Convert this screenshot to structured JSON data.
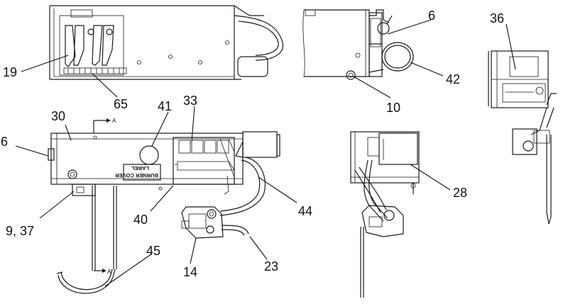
{
  "callouts": {
    "c19": "19",
    "c65": "65",
    "c6a": "6",
    "c42": "42",
    "c10": "10",
    "c36": "36",
    "c30": "30",
    "c41": "41",
    "c33": "33",
    "c6b": "6",
    "c44": "44",
    "c9_37": "9, 37",
    "c40": "40",
    "c28": "28",
    "c45": "45",
    "c14": "14",
    "c23": "23"
  },
  "section_marks": {
    "top": "A",
    "bottom": "A"
  },
  "burner_label": {
    "line1": "BURNER COVER",
    "line2": "LABEL"
  }
}
